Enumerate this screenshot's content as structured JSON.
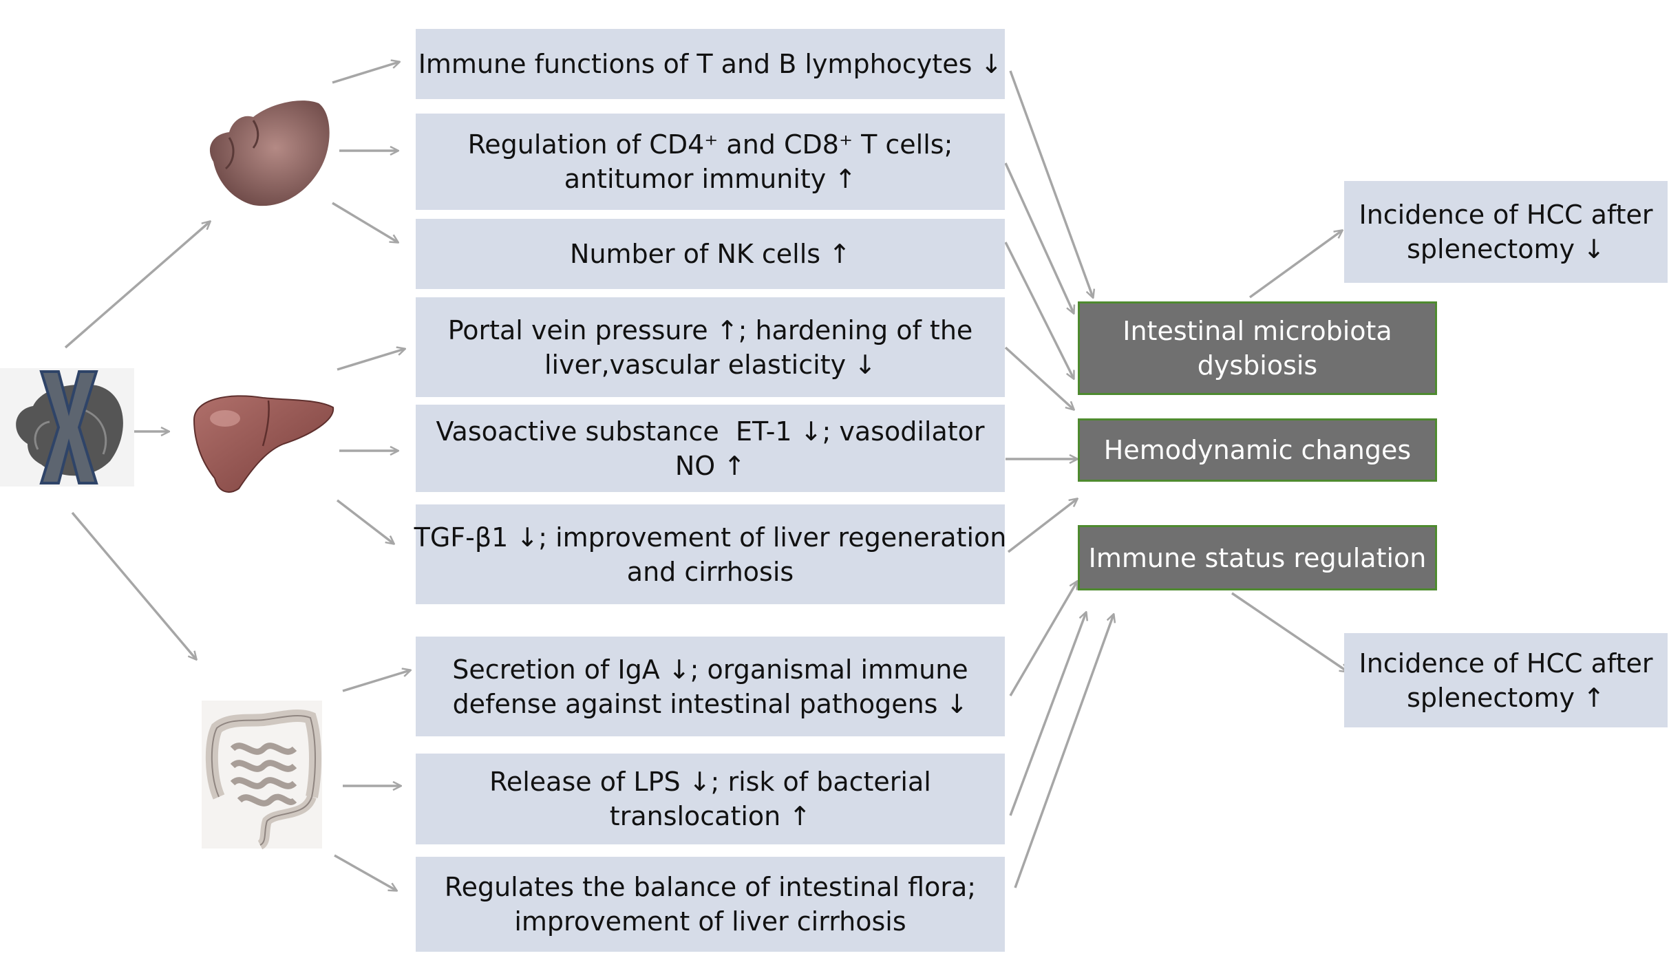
{
  "colors": {
    "effect_box": "#d6dce8",
    "outcome_box": "#707070",
    "outcome_border": "#4e8a2f",
    "arrow": "#a6a6a6"
  },
  "icons": {
    "removed_spleen": "spleen-crossed-icon",
    "spleen": "spleen-icon",
    "liver": "liver-icon",
    "intestine": "intestine-icon"
  },
  "effects": [
    {
      "line1": "Immune functions of T and B lymphocytes ↓",
      "line2": ""
    },
    {
      "line1": "Regulation of CD4⁺ and CD8⁺ T cells;",
      "line2": "antitumor immunity ↑"
    },
    {
      "line1": "Number of NK cells ↑",
      "line2": ""
    },
    {
      "line1": "Portal vein pressure ↑; hardening of the",
      "line2": "liver,vascular elasticity ↓"
    },
    {
      "line1": "Vasoactive substance  ET-1 ↓; vasodilator",
      "line2": "NO ↑"
    },
    {
      "line1": "TGF-β1 ↓; improvement of liver regeneration",
      "line2": "and cirrhosis"
    },
    {
      "line1": "Secretion of IgA ↓; organismal immune",
      "line2": "defense against intestinal pathogens ↓"
    },
    {
      "line1": "Release of LPS ↓; risk of bacterial",
      "line2": "translocation ↑"
    },
    {
      "line1": "Regulates the balance of intestinal flora;",
      "line2": "improvement of liver cirrhosis"
    }
  ],
  "outcomes": [
    {
      "line1": "Intestinal microbiota",
      "line2": "dysbiosis"
    },
    {
      "line1": "Hemodynamic changes",
      "line2": ""
    },
    {
      "line1": "Immune status regulation",
      "line2": ""
    }
  ],
  "results": [
    {
      "line1": "Incidence of HCC after",
      "line2": "splenectomy ↓"
    },
    {
      "line1": "Incidence of HCC after",
      "line2": "splenectomy ↑"
    }
  ]
}
